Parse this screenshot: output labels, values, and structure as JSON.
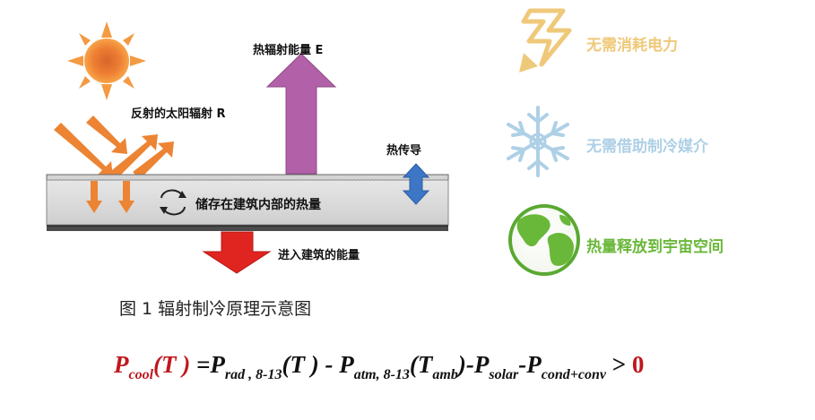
{
  "diagram": {
    "labels": {
      "thermal_radiation": "热辐射能量 E",
      "reflected_solar": "反射的太阳辐射 R",
      "heat_conduction": "热传导",
      "stored_heat": "储存在建筑内部的热量",
      "entering_energy": "进入建筑的能量"
    },
    "caption": "图 1 辐射制冷原理示意图"
  },
  "features": [
    {
      "text": "无需消耗电力",
      "icon": "lightning-icon",
      "color": "#efc97a"
    },
    {
      "text": "无需借助制冷媒介",
      "icon": "snowflake-icon",
      "color": "#aed0e6"
    },
    {
      "text": "热量释放到宇宙空间",
      "icon": "earth-icon",
      "color": "#6ab83a"
    }
  ],
  "formula": {
    "p1": "P",
    "cool": "cool",
    "t1": "(T )",
    "eq": " =P",
    "rad": "rad , 8-13",
    "t2": "(T )",
    "minus1": "  - P",
    "atm": "atm, 8-13",
    "t3": "(T",
    "amb": "amb",
    "close": ")",
    "minus2": "-P",
    "solar": "solar",
    "minus3": "-P",
    "cond": "cond+conv",
    "gt": " > ",
    "zero": "0"
  },
  "colors": {
    "sun": "#f0873a",
    "reflect_arrows": "#ec8433",
    "thermal_arrow": "#b261a9",
    "conduction_arrow": "#3d76c5",
    "entering_arrow": "#e02420",
    "formula_red": "#c0171c"
  }
}
